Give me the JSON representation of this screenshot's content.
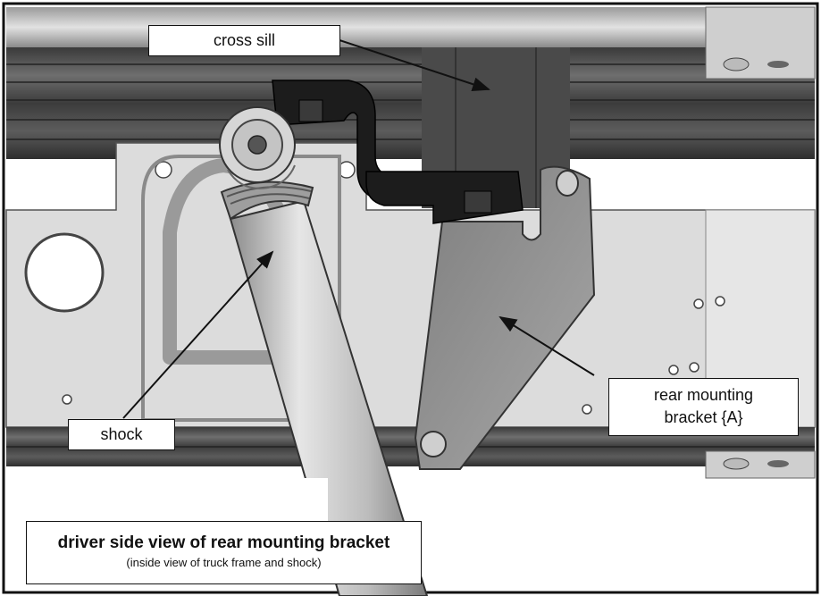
{
  "labels": {
    "cross_sill": "cross sill",
    "rear_bracket_line1": "rear mounting",
    "rear_bracket_line2": "bracket {A}",
    "shock": "shock"
  },
  "caption": {
    "title": "driver side view of rear mounting bracket",
    "subtitle": "(inside view of truck frame and shock)"
  },
  "colors": {
    "frame_light": "#d9d9d9",
    "frame_dark": "#4a4a4a",
    "bracket": "#9a9a9a",
    "clamp": "#1c1c1c",
    "shock": "#bdbdbd",
    "border": "#111111"
  }
}
